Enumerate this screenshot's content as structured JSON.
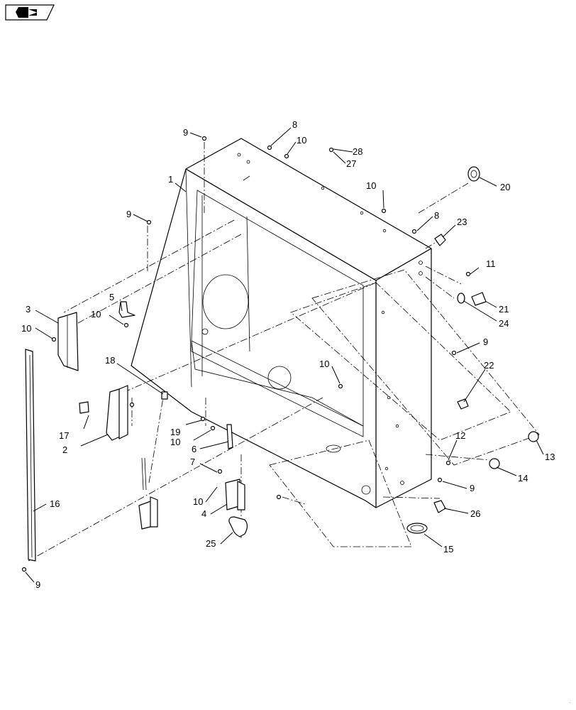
{
  "toolbar": {
    "nav_icon": "forward-arrow-icon"
  },
  "callouts": [
    {
      "id": "c1",
      "text": "1"
    },
    {
      "id": "c2",
      "text": "2"
    },
    {
      "id": "c3",
      "text": "3"
    },
    {
      "id": "c4",
      "text": "4"
    },
    {
      "id": "c5",
      "text": "5"
    },
    {
      "id": "c6",
      "text": "6"
    },
    {
      "id": "c7",
      "text": "7"
    },
    {
      "id": "c8a",
      "text": "8"
    },
    {
      "id": "c8b",
      "text": "8"
    },
    {
      "id": "c9a",
      "text": "9"
    },
    {
      "id": "c9b",
      "text": "9"
    },
    {
      "id": "c9c",
      "text": "9"
    },
    {
      "id": "c9d",
      "text": "9"
    },
    {
      "id": "c9e",
      "text": "9"
    },
    {
      "id": "c10a",
      "text": "10"
    },
    {
      "id": "c10b",
      "text": "10"
    },
    {
      "id": "c10c",
      "text": "10"
    },
    {
      "id": "c10d",
      "text": "10"
    },
    {
      "id": "c10e",
      "text": "10"
    },
    {
      "id": "c10f",
      "text": "10"
    },
    {
      "id": "c10g",
      "text": "10"
    },
    {
      "id": "c11",
      "text": "11"
    },
    {
      "id": "c12",
      "text": "12"
    },
    {
      "id": "c13",
      "text": "13"
    },
    {
      "id": "c14",
      "text": "14"
    },
    {
      "id": "c15",
      "text": "15"
    },
    {
      "id": "c16",
      "text": "16"
    },
    {
      "id": "c17",
      "text": "17"
    },
    {
      "id": "c18",
      "text": "18"
    },
    {
      "id": "c19",
      "text": "19"
    },
    {
      "id": "c20",
      "text": "20"
    },
    {
      "id": "c21",
      "text": "21"
    },
    {
      "id": "c22",
      "text": "22"
    },
    {
      "id": "c23",
      "text": "23"
    },
    {
      "id": "c24",
      "text": "24"
    },
    {
      "id": "c25",
      "text": "25"
    },
    {
      "id": "c26",
      "text": "26"
    },
    {
      "id": "c27",
      "text": "27"
    },
    {
      "id": "c28",
      "text": "28"
    }
  ]
}
